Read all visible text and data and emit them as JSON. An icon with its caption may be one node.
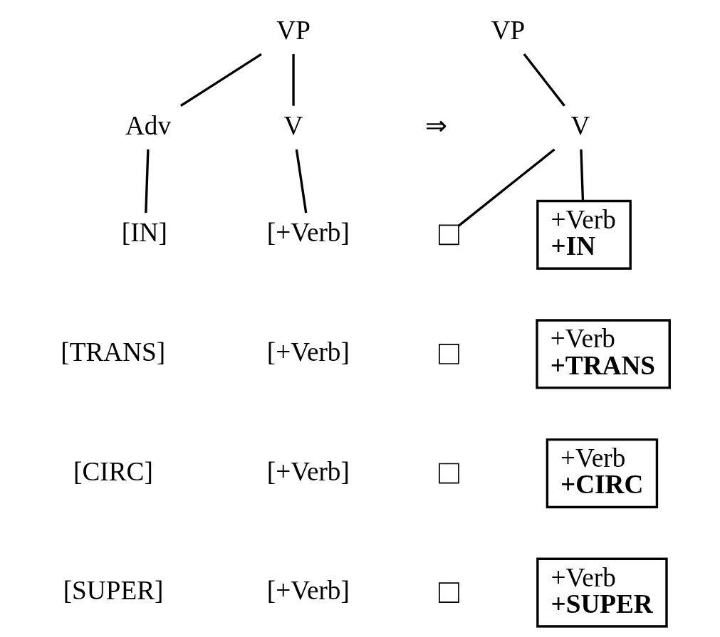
{
  "diagram": {
    "nodes": [
      {
        "text": [
          "VP"
        ]
      },
      {
        "text": [
          "Adv"
        ]
      },
      {
        "text": [
          "V"
        ]
      },
      {
        "text": [
          "[IN]"
        ]
      },
      {
        "text": [
          "[+Verb]"
        ]
      },
      {
        "text": [
          "VP"
        ]
      },
      {
        "text": [
          "V"
        ]
      },
      {
        "text": [],
        "shape": "box"
      },
      {
        "text": [
          "+Verb +IN"
        ]
      },
      {
        "text": [],
        "shape": "box"
      },
      {
        "text": [
          "+Verb +TRANS"
        ]
      },
      {
        "text": [],
        "shape": "box"
      },
      {
        "text": [
          "+Verb +CIRC"
        ]
      },
      {
        "text": [],
        "shape": "box"
      },
      {
        "text": [
          "+Verb +SUPER"
        ]
      }
    ],
    "edges": [
      {
        "from": 0,
        "to": 1,
        "arrow": "none"
      },
      {
        "from": 0,
        "to": 2,
        "arrow": "none"
      },
      {
        "from": 1,
        "to": 3,
        "arrow": "none"
      },
      {
        "from": 2,
        "to": 4,
        "arrow": "none"
      },
      {
        "from": 5,
        "to": 6,
        "arrow": "none"
      },
      {
        "from": 6,
        "to": 7,
        "arrow": "none"
      },
      {
        "from": 6,
        "to": 8,
        "arrow": "none"
      }
    ],
    "labels": [
      "⇒",
      "[TRANS]",
      "[+Verb]",
      "[CIRC]",
      "[+Verb]",
      "[SUPER]",
      "[+Verb]"
    ]
  }
}
